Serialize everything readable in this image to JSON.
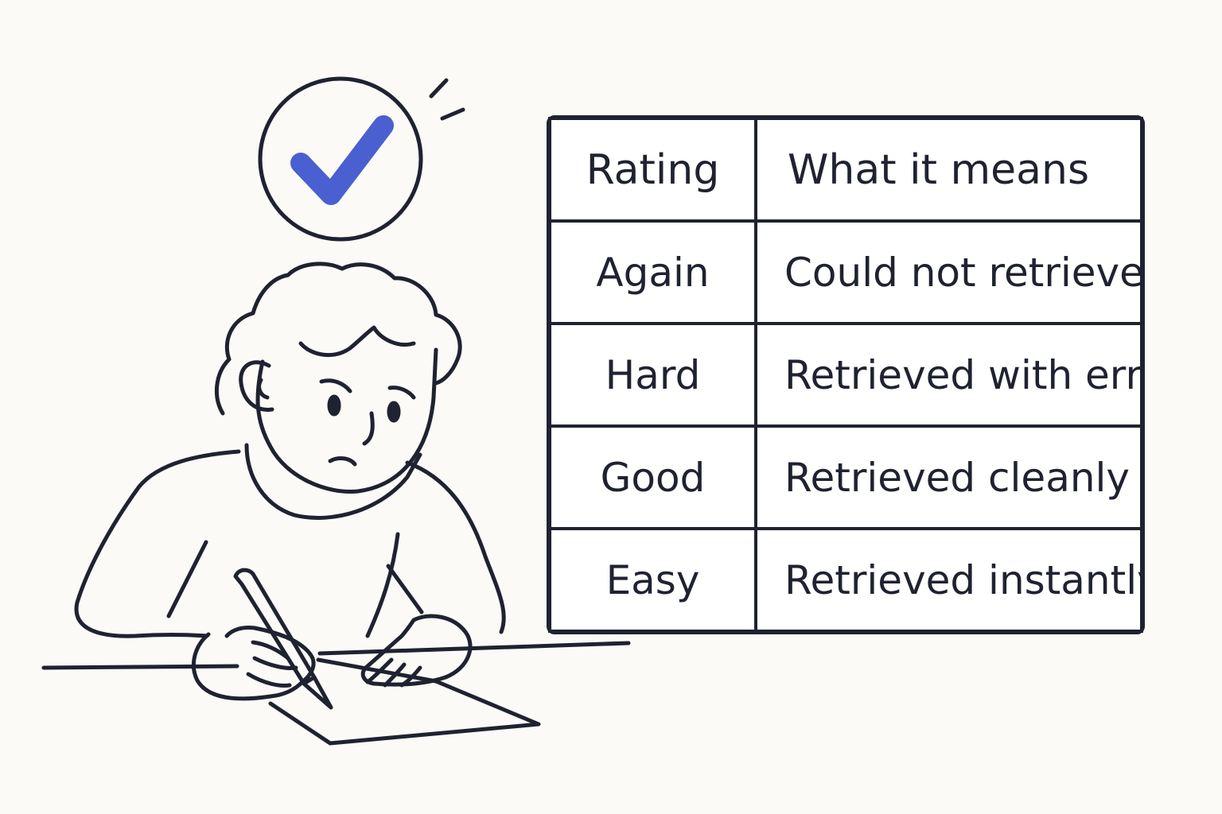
{
  "table": {
    "headers": {
      "rating": "Rating",
      "meaning": "What it means"
    },
    "rows": [
      {
        "rating": "Again",
        "meaning": "Could not retrieve"
      },
      {
        "rating": "Hard",
        "meaning": "Retrieved with errors"
      },
      {
        "rating": "Good",
        "meaning": "Retrieved cleanly"
      },
      {
        "rating": "Easy",
        "meaning": "Retrieved instantly"
      }
    ]
  },
  "colors": {
    "ink": "#1f2230",
    "accent_check": "#4a5fd0",
    "background": "#fbfaf6"
  },
  "icons": {
    "badge": "checkmark-icon",
    "figure": "person-writing-illustration"
  }
}
